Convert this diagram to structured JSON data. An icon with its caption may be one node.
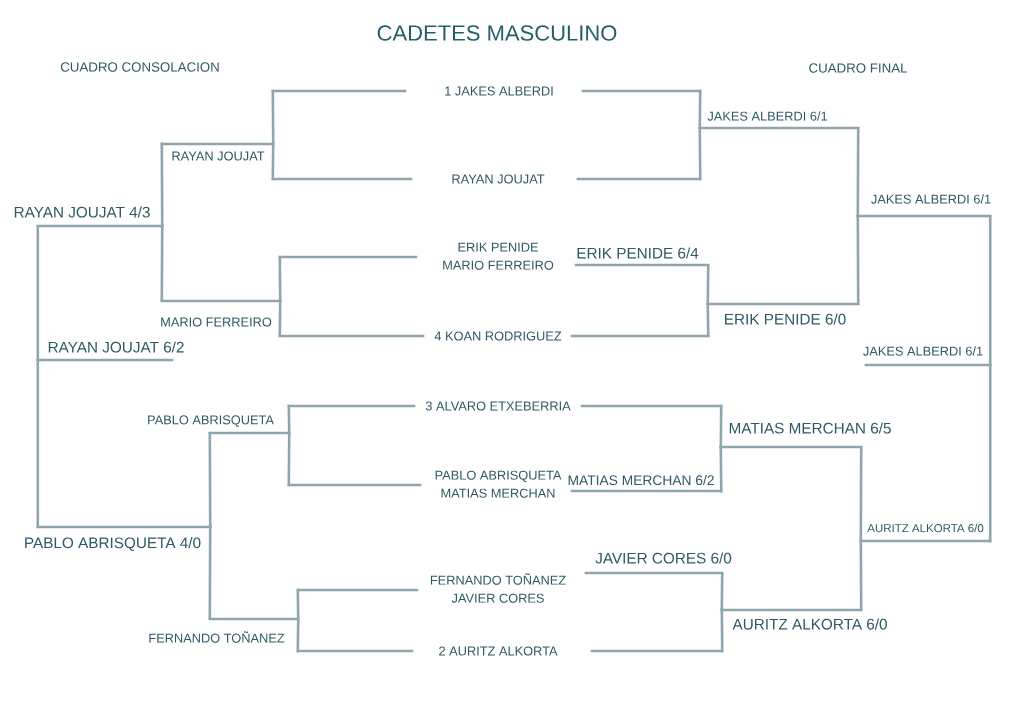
{
  "diagram": {
    "title": "CADETES MASCULINO",
    "nodes": [
      {
        "text": [
          "RAYAN JOUJAT 4/3"
        ]
      },
      {
        "text": [
          "RAYAN JOUJAT 6/2"
        ]
      },
      {
        "text": [
          "PABLO ABRISQUETA 4/0"
        ]
      },
      {
        "text": [
          "RAYAN JOUJAT"
        ]
      },
      {
        "text": [
          "MARIO FERREIRO"
        ]
      },
      {
        "text": [
          "PABLO ABRISQUETA"
        ]
      },
      {
        "text": [
          "FERNANDO TOÑANEZ"
        ]
      },
      {
        "text": [
          "1 JAKES ALBERDI"
        ]
      },
      {
        "text": [
          "RAYAN JOUJAT"
        ]
      },
      {
        "text": [
          "ERIK PENIDE",
          "MARIO FERREIRO"
        ]
      },
      {
        "text": [
          "4 KOAN RODRIGUEZ"
        ]
      },
      {
        "text": [
          "3 ALVARO ETXEBERRIA"
        ]
      },
      {
        "text": [
          "PABLO ABRISQUETA",
          "MATIAS MERCHAN"
        ]
      },
      {
        "text": [
          "FERNANDO TOÑANEZ",
          "JAVIER CORES"
        ]
      },
      {
        "text": [
          "2 AURITZ ALKORTA"
        ]
      },
      {
        "text": [
          "ERIK PENIDE 6/4"
        ]
      },
      {
        "text": [
          "MATIAS MERCHAN 6/2"
        ]
      },
      {
        "text": [
          "JAVIER CORES 6/0"
        ]
      },
      {
        "text": [
          "JAKES ALBERDI 6/1"
        ]
      },
      {
        "text": [
          "ERIK PENIDE 6/0"
        ]
      },
      {
        "text": [
          "MATIAS MERCHAN 6/5"
        ]
      },
      {
        "text": [
          "AURITZ ALKORTA 6/0"
        ]
      },
      {
        "text": [
          "JAKES ALBERDI 6/1"
        ]
      },
      {
        "text": [
          "AURITZ ALKORTA 6/0"
        ]
      },
      {
        "text": [
          "JAKES ALBERDI 6/1"
        ]
      }
    ],
    "edges": [
      {
        "from": 7,
        "to": 18,
        "arrow": "none"
      },
      {
        "from": 8,
        "to": 18,
        "arrow": "none"
      },
      {
        "from": 15,
        "to": 19,
        "arrow": "none"
      },
      {
        "from": 10,
        "to": 19,
        "arrow": "none"
      },
      {
        "from": 11,
        "to": 20,
        "arrow": "none"
      },
      {
        "from": 16,
        "to": 20,
        "arrow": "none"
      },
      {
        "from": 17,
        "to": 21,
        "arrow": "none"
      },
      {
        "from": 14,
        "to": 21,
        "arrow": "none"
      },
      {
        "from": 18,
        "to": 22,
        "arrow": "none"
      },
      {
        "from": 19,
        "to": 22,
        "arrow": "none"
      },
      {
        "from": 20,
        "to": 23,
        "arrow": "none"
      },
      {
        "from": 21,
        "to": 23,
        "arrow": "none"
      },
      {
        "from": 22,
        "to": 24,
        "arrow": "none"
      },
      {
        "from": 23,
        "to": 24,
        "arrow": "none"
      },
      {
        "from": 7,
        "to": 3,
        "arrow": "none"
      },
      {
        "from": 8,
        "to": 3,
        "arrow": "none"
      },
      {
        "from": 9,
        "to": 4,
        "arrow": "none"
      },
      {
        "from": 10,
        "to": 4,
        "arrow": "none"
      },
      {
        "from": 11,
        "to": 5,
        "arrow": "none"
      },
      {
        "from": 12,
        "to": 5,
        "arrow": "none"
      },
      {
        "from": 13,
        "to": 6,
        "arrow": "none"
      },
      {
        "from": 14,
        "to": 6,
        "arrow": "none"
      },
      {
        "from": 3,
        "to": 0,
        "arrow": "none"
      },
      {
        "from": 4,
        "to": 0,
        "arrow": "none"
      },
      {
        "from": 5,
        "to": 2,
        "arrow": "none"
      },
      {
        "from": 6,
        "to": 2,
        "arrow": "none"
      },
      {
        "from": 0,
        "to": 1,
        "arrow": "none"
      },
      {
        "from": 2,
        "to": 1,
        "arrow": "none"
      }
    ],
    "labels": [
      "CUADRO CONSOLACION",
      "CUADRO FINAL"
    ]
  }
}
